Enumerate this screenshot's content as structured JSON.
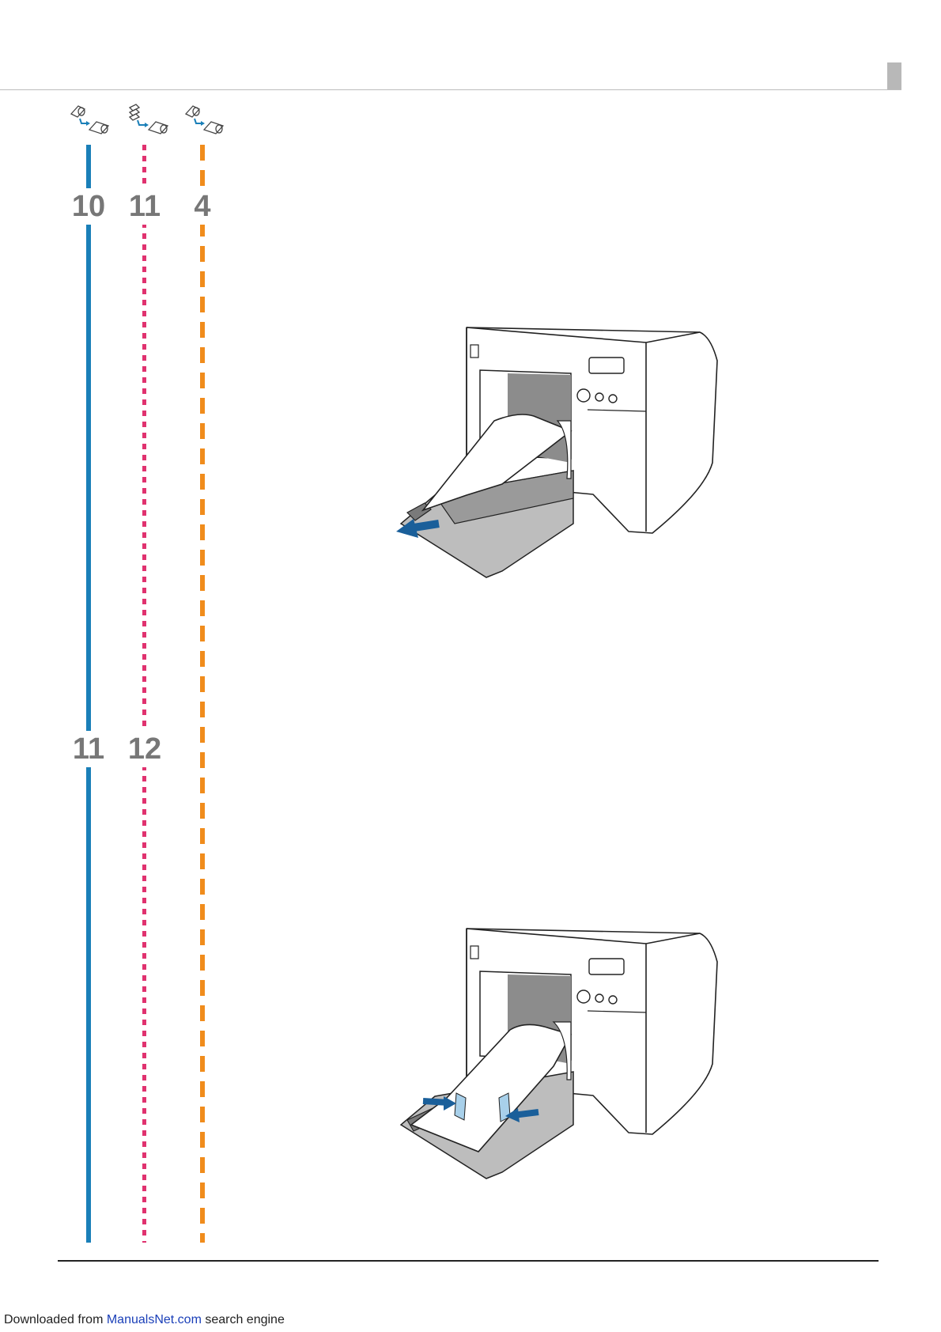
{
  "steps_top": {
    "col1": "10",
    "col2": "11",
    "col3": "4"
  },
  "steps_bottom": {
    "col1": "11",
    "col2": "12"
  },
  "mode_icons": [
    "roll-to-roll-icon",
    "fanfold-to-roll-icon",
    "roll-to-roll-icon"
  ],
  "track_colors": {
    "blue": "#1a7fb8",
    "pink": "#e0326f",
    "orange": "#f08c1c"
  },
  "footer": {
    "prefix": "Downloaded from ",
    "link": "ManualsNet.com",
    "suffix": " search engine"
  }
}
